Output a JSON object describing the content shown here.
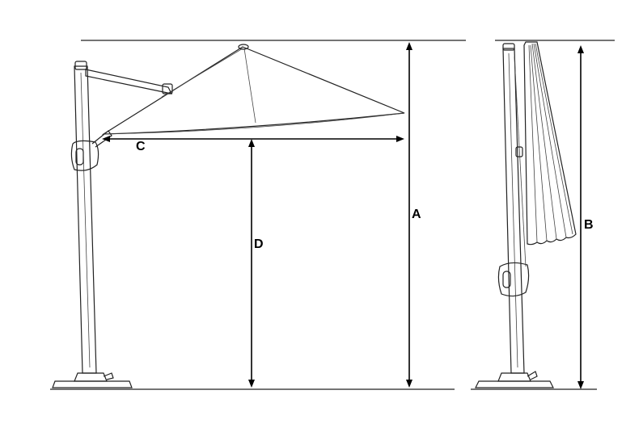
{
  "dimensions": {
    "a": "A",
    "b": "B",
    "c": "C",
    "d": "D"
  },
  "colors": {
    "line": "#222222",
    "background": "#ffffff"
  }
}
